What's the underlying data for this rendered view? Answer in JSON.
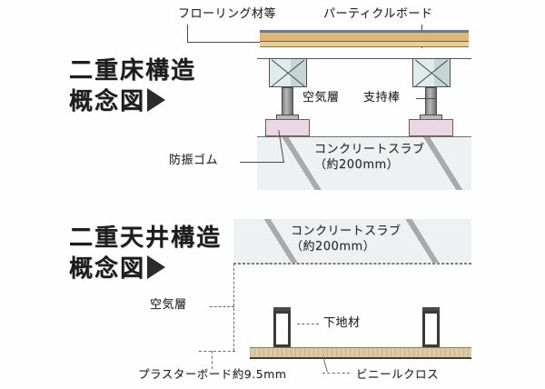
{
  "document": {
    "kind": "architectural-concept-diagram",
    "language": "ja"
  },
  "floor_section": {
    "title_line1": "二重床構造",
    "title_line2": "概念図",
    "arrow_glyph": "triangle-right",
    "labels": {
      "flooring": "フローリング材等",
      "particle_board": "パーティクルボード",
      "air_layer": "空気層",
      "support_rod": "支持棒",
      "vibration_rubber": "防振ゴム",
      "concrete_slab_name": "コンクリートスラブ",
      "concrete_slab_thickness": "（約200mm）"
    },
    "colors": {
      "particle_board": "#dcb87c",
      "flooring": "#e8cf9a",
      "pedestal_head": "#dfeceb",
      "support_rod": "#8f8f8f",
      "vibration_rubber": "#e9d7e6",
      "concrete_slab": "#eef1f2",
      "hatch": "#8c8c8c"
    }
  },
  "ceiling_section": {
    "title_line1": "二重天井構造",
    "title_line2": "概念図",
    "arrow_glyph": "triangle-right",
    "labels": {
      "concrete_slab_name": "コンクリートスラブ",
      "concrete_slab_thickness": "（約200mm）",
      "air_layer": "空気層",
      "furring": "下地材",
      "plaster_board": "プラスターボード約9.5mm",
      "vinyl_cloth": "ビニールクロス"
    },
    "colors": {
      "concrete_slab": "#eef1f2",
      "furring": "#3a3a3a",
      "plaster_board": "#ddc9a4",
      "vinyl_cloth": "#3d3d3d",
      "hatch": "#8c8c8c"
    }
  }
}
